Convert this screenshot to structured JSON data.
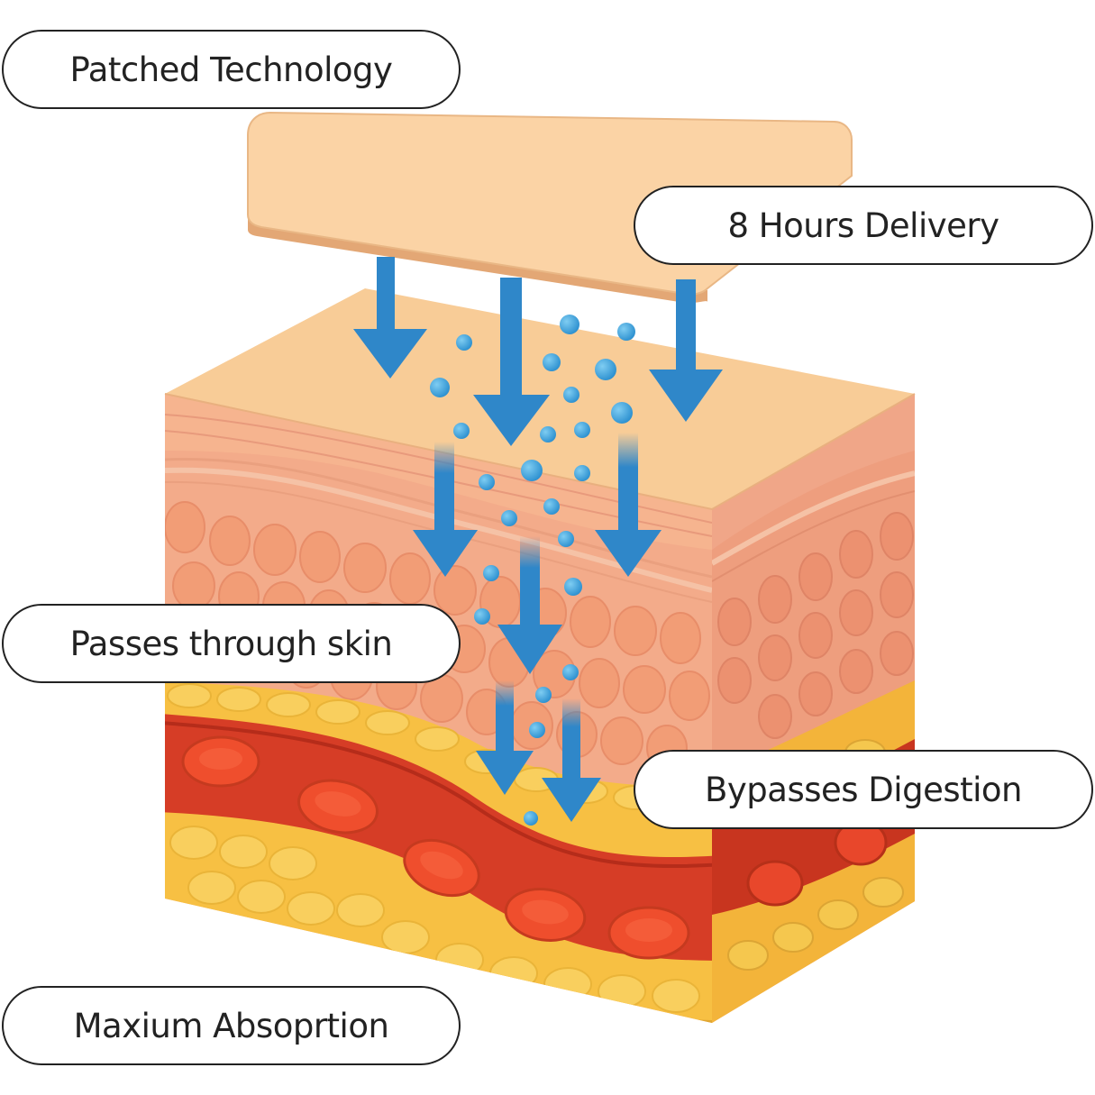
{
  "labels": {
    "patch": "Patched Technology",
    "delivery": "8 Hours Delivery",
    "skin": "Passes through skin",
    "digestion": "Bypasses Digestion",
    "absorption": "Maxium Absoprtion"
  },
  "colors": {
    "patch": "#fbd3a5",
    "epidermis_top": "#f8cc97",
    "dermis": "#f3ab8a",
    "fat": "#f7c043",
    "blood_vessel": "#d63d26",
    "red_cell": "#ee4a2c",
    "arrow": "#2f87c9",
    "particle": "#3a9fd6",
    "label_border": "#222222"
  }
}
